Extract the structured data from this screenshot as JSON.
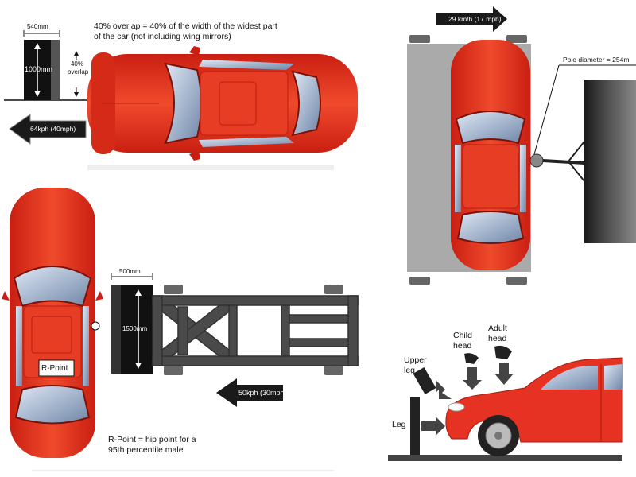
{
  "frontal_offset": {
    "block_width": "540mm",
    "block_height": "1000mm",
    "overlap_pct": "40%",
    "overlap_word": "overlap",
    "definition_line1": "40% overlap = 40% of the width of the widest part",
    "definition_line2": "of the car (not including wing mirrors)",
    "speed": "64kph (40mph)"
  },
  "pole_test": {
    "speed": "29 km/h (17 mph)",
    "pole_diameter": "Pole diameter = 254m"
  },
  "side_impact": {
    "barrier_width": "500mm",
    "barrier_height": "1500mm",
    "speed": "50kph (30mph)",
    "r_point_label": "R-Point",
    "r_point_def_line1": "R-Point = hip point for a",
    "r_point_def_line2": "95th percentile male"
  },
  "pedestrian": {
    "upper_leg_line1": "Upper",
    "upper_leg_line2": "leg",
    "child_head_line1": "Child",
    "child_head_line2": "head",
    "adult_head_line1": "Adult",
    "adult_head_line2": "head",
    "leg": "Leg"
  },
  "colors": {
    "car_red": "#e63222",
    "barrier_black": "#111111",
    "frame_grey": "#4a4a4a"
  }
}
